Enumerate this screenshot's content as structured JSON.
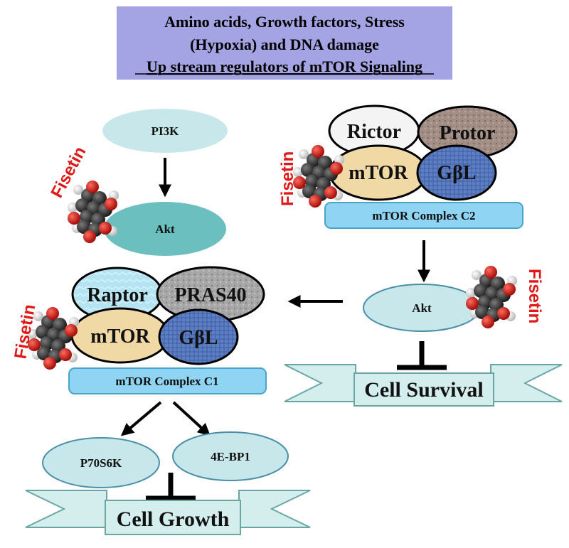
{
  "header": {
    "line1": "Amino acids, Growth factors, Stress",
    "line2": "(Hypoxia) and DNA damage",
    "line3": "Up stream regulators of mTOR Signaling",
    "bg_color": "#a4a3e3"
  },
  "left_pathway": {
    "pi3k": "PI3K",
    "akt": "Akt"
  },
  "complex_c2": {
    "rictor": "Rictor",
    "protor": "Protor",
    "mtor": "mTOR",
    "gbl": "GβL",
    "label": "mTOR Complex C2"
  },
  "complex_c1": {
    "raptor": "Raptor",
    "pras40": "PRAS40",
    "mtor": "mTOR",
    "gbl": "GβL",
    "label": "mTOR Complex C1"
  },
  "right_pathway": {
    "akt": "Akt"
  },
  "downstream": {
    "p70s6k": "P70S6K",
    "ebp1": "4E-BP1"
  },
  "outcomes": {
    "cell_survival": "Cell Survival",
    "cell_growth": "Cell Growth"
  },
  "inhibitor": {
    "label": "Fisetin",
    "color": "#e01818"
  },
  "colors": {
    "light_node": "#c7e7ea",
    "akt_teal": "#6bbfbf",
    "complex_bar": "#8fd4f2",
    "mtor_tan": "#f0d9a4",
    "gbl_blue": "#5e7fc4",
    "rictor_white": "#f4f4f4",
    "protor_brown": "#a28e84",
    "raptor_cyan": "#b4e3f2",
    "pras40_gray": "#a7a7a7",
    "banner": "#d4eeee"
  }
}
